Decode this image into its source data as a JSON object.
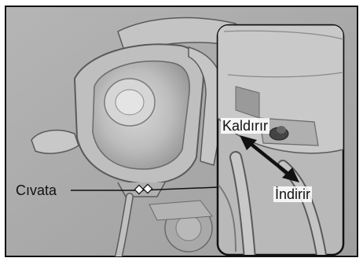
{
  "figure": {
    "labels": {
      "bolt": "Cıvata",
      "raise": "Kaldırır",
      "lower": "İndirir"
    },
    "colors": {
      "frame_border": "#111111",
      "background_fill": "#a8a8a8",
      "inset_fill": "#b8b8b8",
      "line_art": "#5a5a5a",
      "arrow": "#111111",
      "label_text": "#111111"
    },
    "icons": {
      "callout_marker": "diamond",
      "direction_arrow": "double-headed-arrow"
    }
  }
}
